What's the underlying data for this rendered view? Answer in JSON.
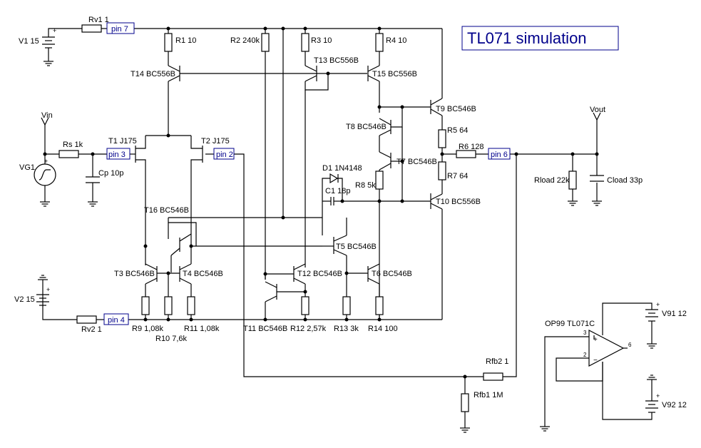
{
  "title": "TL071 simulation",
  "components": {
    "V1": "V1 15",
    "V2": "V2 15",
    "Rv1": "Rv1 1",
    "Rv2": "Rv2 1",
    "R1": "R1 10",
    "R2": "R2 240k",
    "R3": "R3 10",
    "R4": "R4 10",
    "T14": "T14 BC556B",
    "T13": "T13 BC556B",
    "T15": "T15 BC556B",
    "T9": "T9 BC546B",
    "T8": "T8 BC546B",
    "T7": "T7 BC546B",
    "T10": "T10 BC556B",
    "R5": "R5 64",
    "R7": "R7 64",
    "R6": "R6 128",
    "R8": "R8 5k",
    "D1": "D1 1N4148",
    "C1": "C1 18p",
    "T1": "T1 J175",
    "T2": "T2 J175",
    "Rs": "Rs 1k",
    "Cp": "Cp 10p",
    "VG1": "VG1",
    "Vin": "Vin",
    "Vout": "Vout",
    "T16": "T16 BC546B",
    "T5": "T5 BC546B",
    "T3": "T3 BC546B",
    "T4": "T4 BC546B",
    "T12": "T12 BC546B",
    "T6": "T6 BC546B",
    "T11": "T11 BC546B",
    "R9": "R9 1,08k",
    "R10": "R10 7,6k",
    "R11": "R11 1,08k",
    "R12": "R12 2,57k",
    "R13": "R13 3k",
    "R14": "R14 100",
    "Rload": "Rload 22k",
    "Cload": "Cload 33p",
    "Rfb1": "Rfb1 1M",
    "Rfb2": "Rfb2 1",
    "OP99": "OP99 TL071C",
    "V91": "V91 12",
    "V92": "V92 12"
  },
  "pins": {
    "pin7": "pin 7",
    "pin3": "pin 3",
    "pin2": "pin 2",
    "pin6": "pin 6",
    "pin4": "pin 4"
  },
  "opamp_pins": {
    "p3": "3",
    "p2": "2",
    "p6": "6"
  }
}
